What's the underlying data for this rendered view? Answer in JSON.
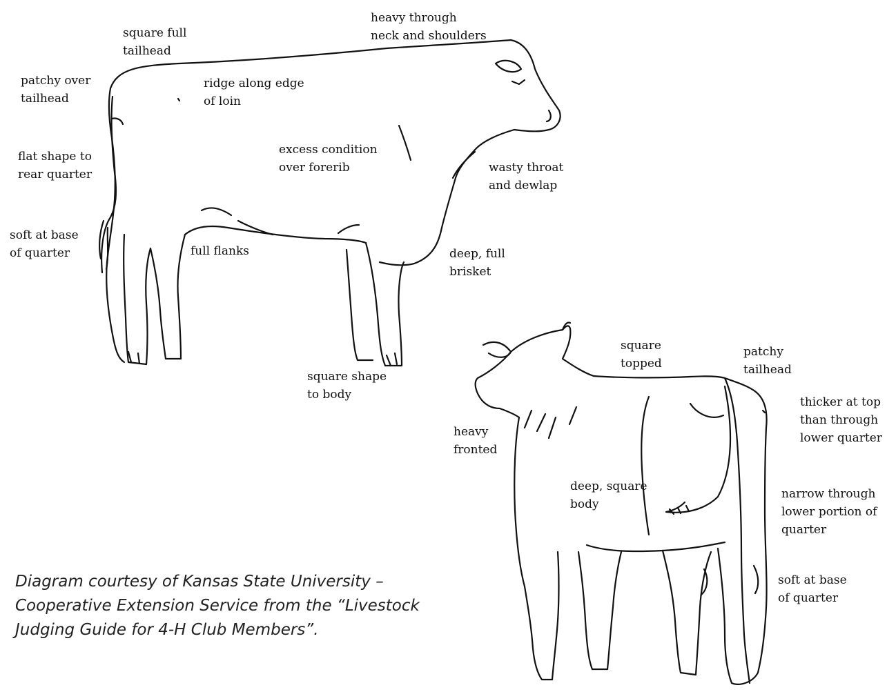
{
  "side_view": {
    "labels": {
      "square_full_tailhead": [
        "square full",
        "tailhead"
      ],
      "heavy_neck_shoulders": [
        "heavy through",
        "neck and shoulders"
      ],
      "patchy_over_tailhead": [
        "patchy over",
        "tailhead"
      ],
      "ridge_along_loin": [
        "ridge along edge",
        "of loin"
      ],
      "excess_condition": [
        "excess condition",
        "over forerib"
      ],
      "flat_shape_rear": [
        "flat shape to",
        "rear quarter"
      ],
      "wasty_throat": [
        "wasty throat",
        "and dewlap"
      ],
      "soft_at_base": [
        "soft at base",
        "of quarter"
      ],
      "full_flanks": [
        "full flanks"
      ],
      "deep_full_brisket": [
        "deep, full",
        "brisket"
      ],
      "square_shape_body": [
        "square shape",
        "to body"
      ]
    }
  },
  "rear_view": {
    "labels": {
      "square_topped": [
        "square",
        "topped"
      ],
      "patchy_tailhead": [
        "patchy",
        "tailhead"
      ],
      "thicker_at_top": [
        "thicker at top",
        "than through",
        "lower quarter"
      ],
      "heavy_fronted": [
        "heavy",
        "fronted"
      ],
      "deep_square_body": [
        "deep, square",
        "body"
      ],
      "narrow_lower_portion": [
        "narrow through",
        "lower portion of",
        "quarter"
      ],
      "soft_at_base": [
        "soft at base",
        "of quarter"
      ]
    }
  },
  "caption": [
    "Diagram courtesy of Kansas State University –",
    "Cooperative Extension Service from the “Livestock",
    "Judging Guide for 4-H Club Members”."
  ]
}
